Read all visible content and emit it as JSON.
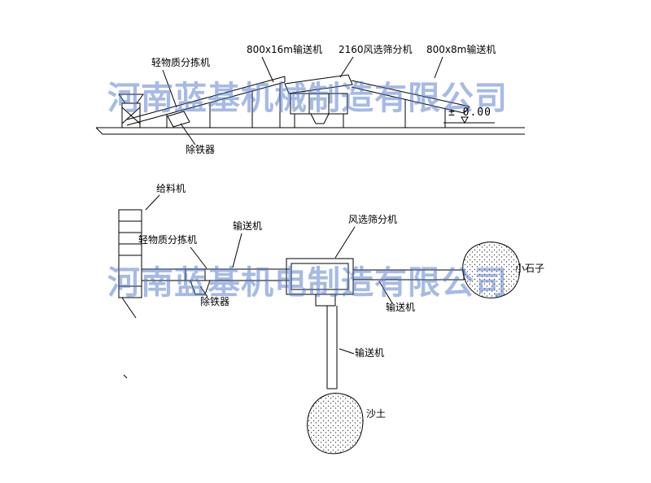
{
  "watermarks": {
    "top": "河南蓝基机械制造有限公司",
    "middle": "河南蓝基机电制造有限公司"
  },
  "labels": {
    "elevation": {
      "light_sorter": "轻物质分拣机",
      "conveyor_16m": "800x16m输送机",
      "air_screen": "2160风选筛分机",
      "conveyor_8m": "800x8m输送机",
      "datum": "± 0.00",
      "iron_remover": "除铁器"
    },
    "plan": {
      "feeder": "给料机",
      "light_sorter": "轻物质分拣机",
      "conveyor_left": "输送机",
      "air_screen": "风选筛分机",
      "iron_remover": "除铁器",
      "conveyor_right": "输送机",
      "conveyor_down": "输送机",
      "small_stones": "小石子",
      "sand": "沙土"
    }
  },
  "colors": {
    "line": "#000000",
    "watermark": "#4f78cd",
    "background": "#ffffff"
  }
}
